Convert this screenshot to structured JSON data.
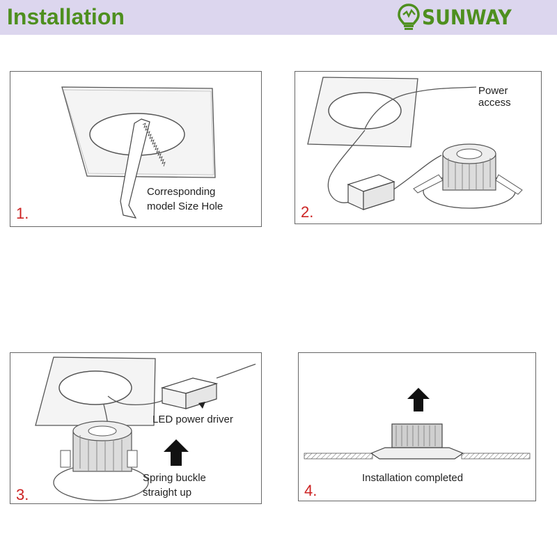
{
  "header": {
    "title": "Installation",
    "brand": "SUNWAY",
    "colors": {
      "header_bg": "#dcd6ee",
      "brand_green": "#4e8f1f",
      "step_red": "#cc2222"
    }
  },
  "steps": [
    {
      "number": "1.",
      "labels": [
        "Corresponding",
        "model Size Hole"
      ]
    },
    {
      "number": "2.",
      "labels": [
        "Power",
        "access"
      ]
    },
    {
      "number": "3.",
      "labels": [
        "LED power driver",
        "Spring buckle",
        "straight up"
      ]
    },
    {
      "number": "4.",
      "labels": [
        "Installation completed"
      ]
    }
  ]
}
